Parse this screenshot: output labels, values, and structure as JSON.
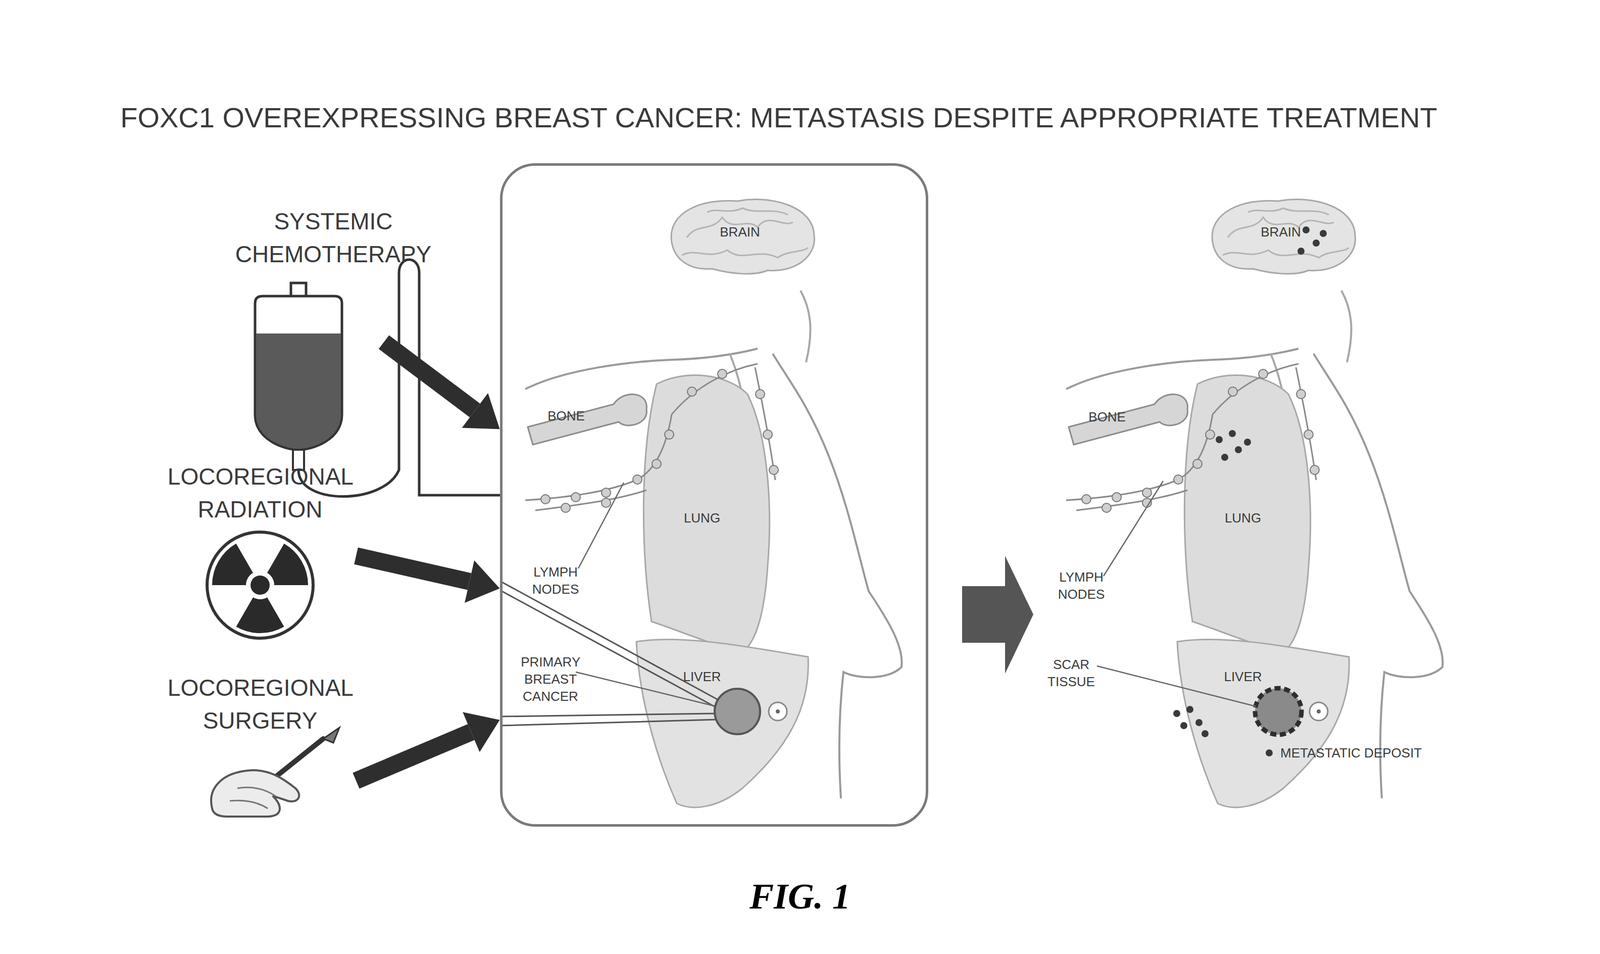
{
  "diagram": {
    "title": "FOXC1 OVEREXPRESSING BREAST CANCER: METASTASIS DESPITE APPROPRIATE TREATMENT",
    "caption": "FIG. 1",
    "nodes": [
      {
        "text": [
          "SYSTEMIC CHEMOTHERAPY"
        ]
      },
      {
        "text": [
          "LOCOREGIONAL RADIATION"
        ]
      },
      {
        "text": [
          "LOCOREGIONAL SURGERY"
        ]
      },
      {
        "text": [
          "BRAIN",
          "BONE",
          "LUNG",
          "LYMPH NODES",
          "PRIMARY BREAST CANCER",
          "LIVER"
        ]
      }
    ],
    "edges": [
      {
        "from": 0,
        "to": 3,
        "arrow": "to"
      },
      {
        "from": 1,
        "to": 3,
        "arrow": "to"
      },
      {
        "from": 2,
        "to": 3,
        "arrow": "to"
      }
    ],
    "labels": [
      "BRAIN",
      "BONE",
      "LUNG",
      "LYMPH NODES",
      "SCAR TISSUE",
      "LIVER"
    ],
    "legend": [
      {
        "text": "METASTATIC DEPOSIT"
      }
    ]
  }
}
